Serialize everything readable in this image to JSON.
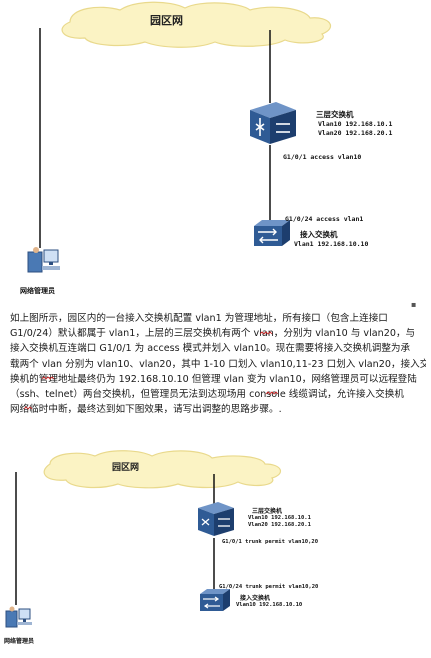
{
  "top_diagram": {
    "cloud_label": "园区网",
    "l3_switch": {
      "name": "三层交换机",
      "vlan10": "Vlan10 192.168.10.1",
      "vlan20": "Vlan20 192.168.20.1"
    },
    "link_label": "G1/0/1  access vlan10",
    "access_port_label": "G1/0/24  access vlan1",
    "access_switch": {
      "name": "接入交换机",
      "mgmt": "Vlan1 192.168.10.10"
    },
    "pc_label": "网络管理员"
  },
  "paragraph": {
    "lines": [
      "如上图所示，园区内的一台接入交换机配置 vlan1 为管理地址，所有接口（包含上连接口",
      "G1/0/24）默认都属于 vlan1，上层的三层交换机有两个 vlan，分别为 vlan10 与 vlan20，与",
      "接入交换机互连端口 G1/0/1 为 access 模式并划入 vlan10。现在需要将接入交换机调整为承",
      "载两个 vlan 分别为 vlan10、vlan20，其中 1-10 口划入 vlan10,11-23 口划入 vlan20，接入交",
      "换机的管理地址最终仍为 192.168.10.10 但管理 vlan 变为 vlan10，网络管理员可以远程登陆",
      "（ssh、telnet）两台交换机，但管理员无法到达现场用 console 线缆调试，允许接入交换机",
      "网络临时中断，最终达到如下图效果，请写出调整的思路步骤。."
    ]
  },
  "bottom_diagram": {
    "cloud_label": "园区网",
    "l3_switch": {
      "name": "三层交换机",
      "vlan10": "Vlan10 192.168.10.1",
      "vlan20": "Vlan20 192.168.20.1"
    },
    "link_label": "G1/0/1  trunk permit vlan10,20",
    "access_port_label": "G1/0/24  trunk permit vlan10,20",
    "access_switch": {
      "name": "接入交换机",
      "mgmt": "Vlan10 192.168.10.10"
    },
    "pc_label": "网络管理员"
  },
  "colors": {
    "cloud_fill": "#fbf3c4",
    "cloud_stroke": "#e9d98c",
    "switch_blue": "#2f5b95",
    "switch_dark": "#1d3e6e",
    "line": "#111111",
    "squiggle": "#d02020"
  }
}
